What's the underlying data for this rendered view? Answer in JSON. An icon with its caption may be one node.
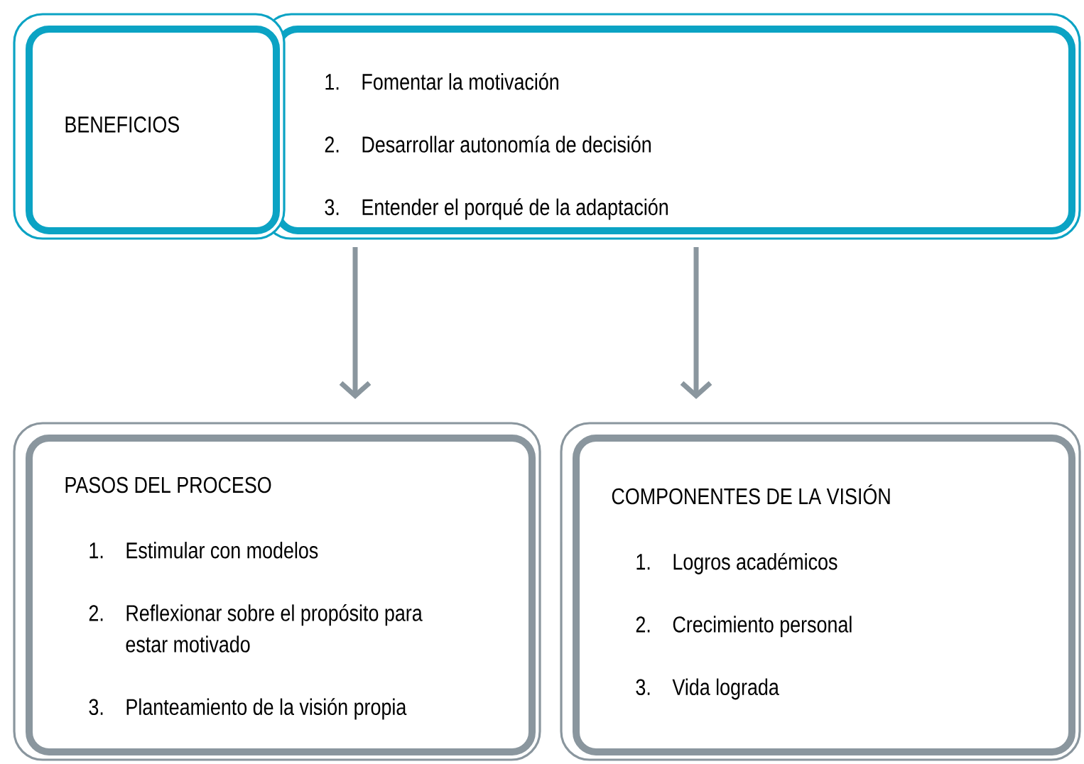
{
  "diagram": {
    "nodes": [
      {
        "text": [
          "BENEFICIOS"
        ]
      },
      {
        "text": [
          "1.",
          "Fomentar la motivación",
          "2.",
          "Desarrollar autonomía de decisión",
          "3.",
          "Entender el porqué de la adaptación"
        ]
      },
      {
        "text": [
          "PASOS DEL PROCESO",
          "1.",
          "Estimular con modelos",
          "2.",
          "Reflexionar sobre el propósito para estar motivado",
          "3.",
          "Planteamiento de la visión propia"
        ]
      },
      {
        "text": [
          "COMPONENTES DE LA VISIÓN",
          "1.",
          "Logros académicos",
          "2.",
          "Crecimiento personal",
          "3.",
          "Vida lograda"
        ]
      }
    ],
    "edges": [
      {
        "from": 1,
        "to": 2,
        "arrow": "to"
      },
      {
        "from": 1,
        "to": 3,
        "arrow": "to"
      }
    ]
  }
}
